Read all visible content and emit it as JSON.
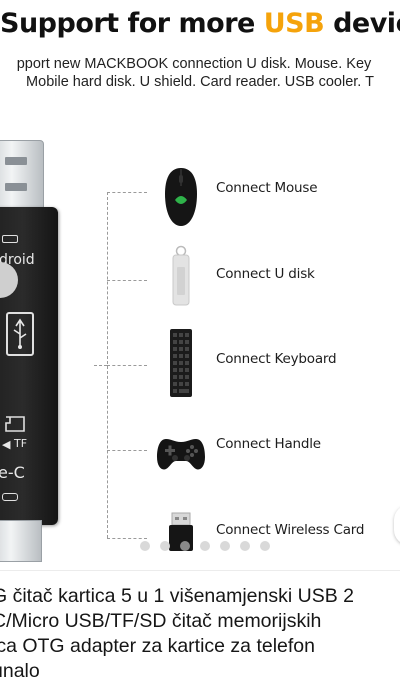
{
  "banner": {
    "headline_before": "Support for more ",
    "headline_accent": "USB",
    "headline_after": " device",
    "subtitle_line1": "pport new MACKBOOK connection U disk. Mouse. Key",
    "subtitle_line2": "Mobile hard disk. U shield. Card reader. USB cooler. T",
    "accent_color": "#f5a30b",
    "device": {
      "label_android": "droid",
      "label_tf": "TF",
      "label_typec": "e-C"
    },
    "items": [
      {
        "label": "Connect Mouse",
        "icon": "mouse-icon"
      },
      {
        "label": "Connect U disk",
        "icon": "usb-stick-icon"
      },
      {
        "label": "Connect Keyboard",
        "icon": "keyboard-icon"
      },
      {
        "label": "Connect Handle",
        "icon": "gamepad-icon"
      },
      {
        "label": "Connect Wireless Card",
        "icon": "wireless-adapter-icon"
      }
    ]
  },
  "carousel": {
    "dot_count": 7,
    "active_index": 2
  },
  "product": {
    "title_lines": [
      "G čitač kartica 5 u 1 višenamjenski USB 2",
      "C/Micro USB/TF/SD čitač memorijskih",
      "ica OTG adapter za kartice za telefon",
      "unalo"
    ]
  }
}
